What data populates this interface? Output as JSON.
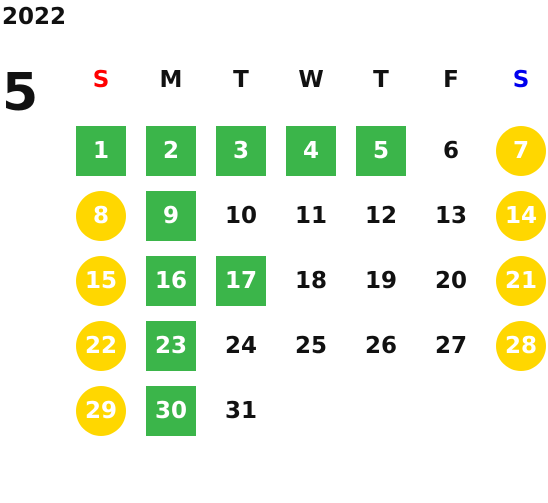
{
  "calendar": {
    "year": "2022",
    "month": "5",
    "weekdays": [
      {
        "label": "S",
        "color": "#ff0000"
      },
      {
        "label": "M",
        "color": "#111111"
      },
      {
        "label": "T",
        "color": "#111111"
      },
      {
        "label": "W",
        "color": "#111111"
      },
      {
        "label": "T",
        "color": "#111111"
      },
      {
        "label": "F",
        "color": "#111111"
      },
      {
        "label": "S",
        "color": "#0000ee"
      }
    ],
    "first_weekday_offset": 0,
    "colors": {
      "green_marker": "#3bb54a",
      "yellow_marker": "#ffd700"
    },
    "days": [
      {
        "label": "1",
        "style": "green"
      },
      {
        "label": "2",
        "style": "green"
      },
      {
        "label": "3",
        "style": "green"
      },
      {
        "label": "4",
        "style": "green"
      },
      {
        "label": "5",
        "style": "green"
      },
      {
        "label": "6",
        "style": "plain"
      },
      {
        "label": "7",
        "style": "yellow"
      },
      {
        "label": "8",
        "style": "yellow"
      },
      {
        "label": "9",
        "style": "green"
      },
      {
        "label": "10",
        "style": "plain"
      },
      {
        "label": "11",
        "style": "plain"
      },
      {
        "label": "12",
        "style": "plain"
      },
      {
        "label": "13",
        "style": "plain"
      },
      {
        "label": "14",
        "style": "yellow"
      },
      {
        "label": "15",
        "style": "yellow"
      },
      {
        "label": "16",
        "style": "green"
      },
      {
        "label": "17",
        "style": "green"
      },
      {
        "label": "18",
        "style": "plain"
      },
      {
        "label": "19",
        "style": "plain"
      },
      {
        "label": "20",
        "style": "plain"
      },
      {
        "label": "21",
        "style": "yellow"
      },
      {
        "label": "22",
        "style": "yellow"
      },
      {
        "label": "23",
        "style": "green"
      },
      {
        "label": "24",
        "style": "plain"
      },
      {
        "label": "25",
        "style": "plain"
      },
      {
        "label": "26",
        "style": "plain"
      },
      {
        "label": "27",
        "style": "plain"
      },
      {
        "label": "28",
        "style": "yellow"
      },
      {
        "label": "29",
        "style": "yellow"
      },
      {
        "label": "30",
        "style": "green"
      },
      {
        "label": "31",
        "style": "plain"
      }
    ]
  }
}
